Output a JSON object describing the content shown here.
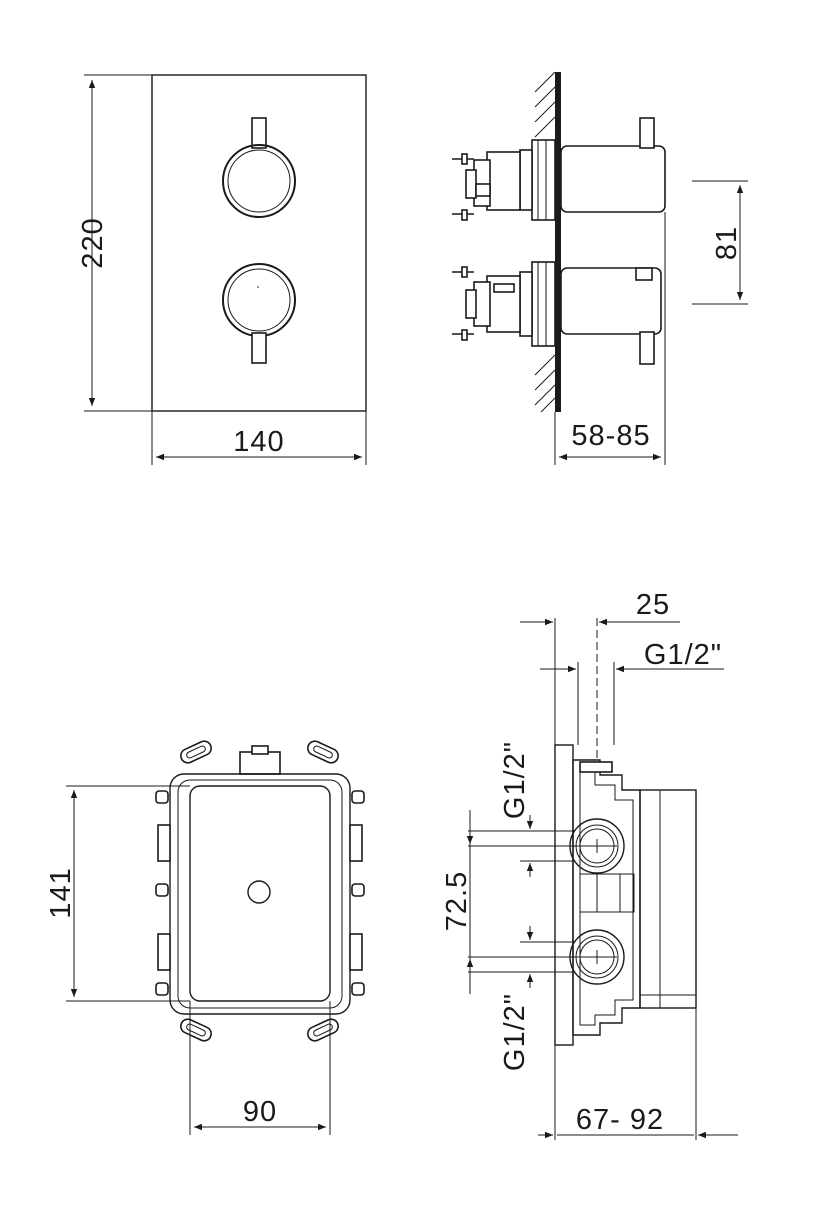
{
  "front_view": {
    "height_label": "220",
    "width_label": "140"
  },
  "side_view": {
    "depth_label": "58-85",
    "spacing_label": "81"
  },
  "box_front": {
    "height_label": "141",
    "width_label": "90"
  },
  "box_side": {
    "offset_label": "25",
    "thread_top_right": "G1/2\"",
    "thread_upper": "G1/2\"",
    "thread_lower": "G1/2\"",
    "spacing_label": "72.5",
    "depth_label": "67- 92"
  }
}
